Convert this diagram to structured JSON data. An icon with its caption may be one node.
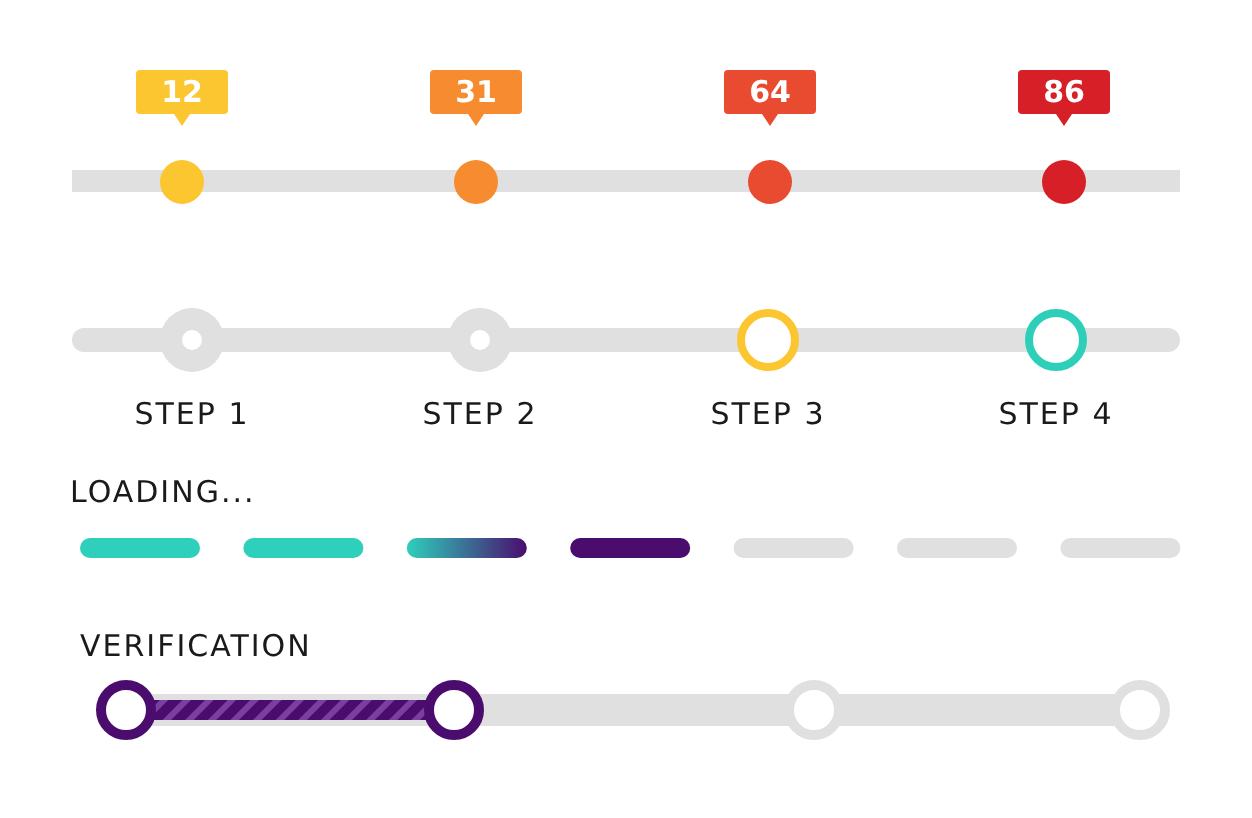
{
  "diagram": {
    "nodes": [
      {
        "text": [
          "12"
        ]
      },
      {
        "text": [
          "31"
        ]
      },
      {
        "text": [
          "64"
        ]
      },
      {
        "text": [
          "86"
        ]
      }
    ],
    "labels": [
      "STEP 1",
      "STEP 2",
      "STEP 3",
      "STEP 4",
      "LOADING...",
      "VERIFICATION"
    ]
  }
}
